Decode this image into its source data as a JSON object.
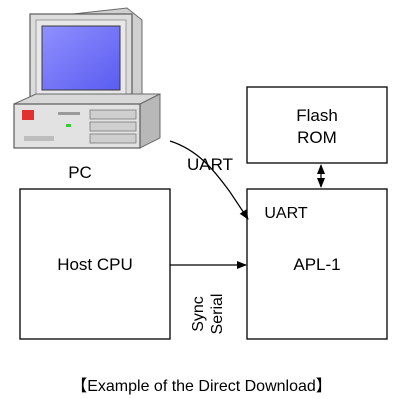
{
  "nodes": {
    "pc": "PC",
    "flash_rom": {
      "line1": "Flash",
      "line2": "ROM"
    },
    "host_cpu": "Host CPU",
    "apl1": "APL-1"
  },
  "connections": {
    "uart_pc": "UART",
    "uart_port": "UART",
    "sync_serial": {
      "line1": "Sync",
      "line2": "Serial"
    }
  },
  "caption": "【Example of the Direct Download】",
  "icons": {
    "pc": "desktop-computer-icon"
  }
}
